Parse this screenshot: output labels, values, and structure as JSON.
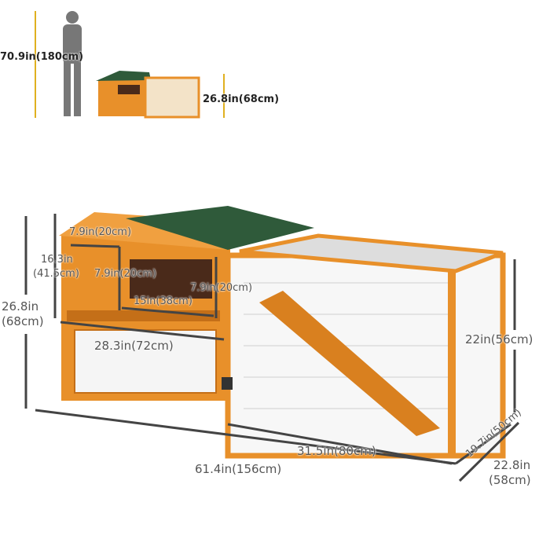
{
  "scale_reference": {
    "person_height": "70.9in(180cm)",
    "hutch_height": "26.8in(68cm)"
  },
  "dimensions": {
    "roof_width": "7.9in(20cm)",
    "house_height_in": "16.3in",
    "house_height_cm": "(41.5cm)",
    "window_height": "7.9in(20cm)",
    "door_height": "7.9in(20cm)",
    "window_width": "15in(38cm)",
    "total_height_in": "26.8in",
    "total_height_cm": "(68cm)",
    "house_width": "28.3in(72cm)",
    "run_height": "22in(56cm)",
    "run_length": "31.5in(80cm)",
    "run_depth": "19.7in(50cm)",
    "total_length": "61.4in(156cm)",
    "total_depth_in": "22.8in",
    "total_depth_cm": "(58cm)"
  },
  "colors": {
    "wood": "#e8902a",
    "wood_dark": "#c46f18",
    "roof": "#2f5a3a",
    "mesh": "#bbbbbb",
    "dim_line": "#444444",
    "ref_line": "#e0b020"
  }
}
